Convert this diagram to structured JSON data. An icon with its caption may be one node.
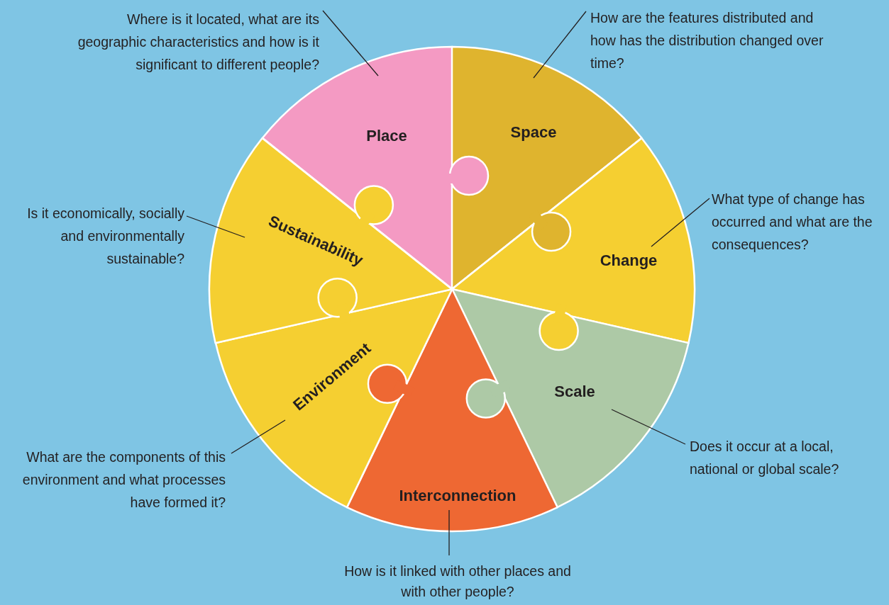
{
  "diagram": {
    "nodes": [
      {
        "text": [
          "Place"
        ]
      },
      {
        "text": [
          "Space"
        ]
      },
      {
        "text": [
          "Change"
        ]
      },
      {
        "text": [
          "Scale"
        ]
      },
      {
        "text": [
          "Interconnection"
        ]
      },
      {
        "text": [
          "Environment"
        ]
      },
      {
        "text": [
          "Sustainability"
        ]
      },
      {
        "text": [
          "Where is it located, what are its geographic characteristics and how is it significant to different people?"
        ]
      },
      {
        "text": [
          "How are the features distributed and how has the distribution changed over time?"
        ]
      },
      {
        "text": [
          "What type of change has occurred and what are the consequences?"
        ]
      },
      {
        "text": [
          "Does it occur at a local, national or global scale?"
        ]
      },
      {
        "text": [
          "How is it linked with other places and with other people?"
        ]
      },
      {
        "text": [
          "What are the components of this environment and what processes have formed it?"
        ]
      },
      {
        "text": [
          "Is it economically, socially and environmentally sustainable?"
        ]
      }
    ],
    "edges": [
      {
        "from": 7,
        "to": 0,
        "arrow": "none"
      },
      {
        "from": 8,
        "to": 1,
        "arrow": "none"
      },
      {
        "from": 9,
        "to": 2,
        "arrow": "none"
      },
      {
        "from": 10,
        "to": 3,
        "arrow": "none"
      },
      {
        "from": 11,
        "to": 4,
        "arrow": "none"
      },
      {
        "from": 12,
        "to": 5,
        "arrow": "none"
      },
      {
        "from": 13,
        "to": 6,
        "arrow": "none"
      }
    ]
  }
}
